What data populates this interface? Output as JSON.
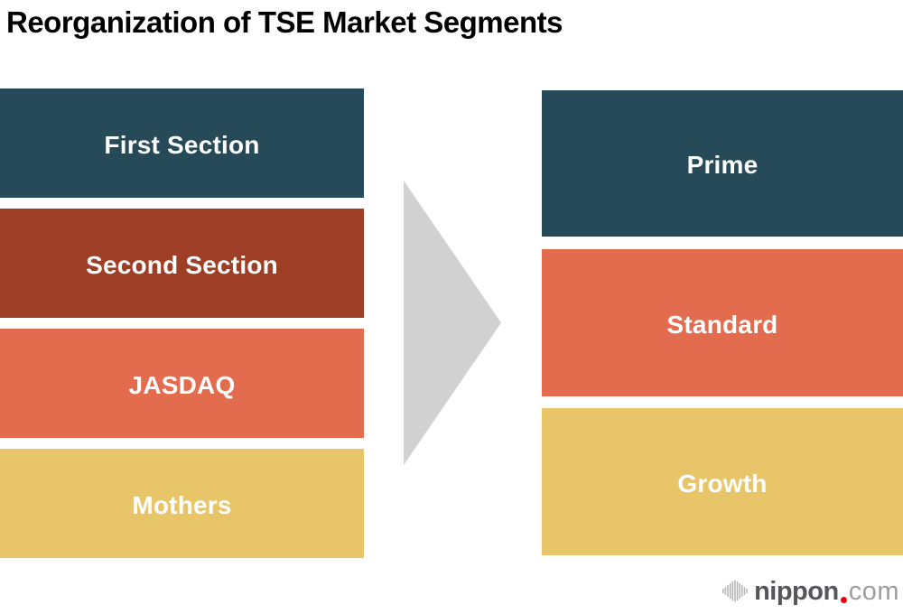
{
  "title": "Reorganization of TSE Market Segments",
  "diagram": {
    "before": [
      {
        "label": "First Section",
        "color": "#264a57"
      },
      {
        "label": "Second Section",
        "color": "#9e3e26"
      },
      {
        "label": "JASDAQ",
        "color": "#e46c4e"
      },
      {
        "label": "Mothers",
        "color": "#e8c568"
      }
    ],
    "after": [
      {
        "label": "Prime",
        "color": "#264a57"
      },
      {
        "label": "Standard",
        "color": "#e46c4e"
      },
      {
        "label": "Growth",
        "color": "#e8c568"
      }
    ],
    "arrow_icon": "right-triangle-arrow",
    "arrow_color": "#d1d1d1"
  },
  "logo": {
    "icon": "waveform-icon",
    "name": "nippon",
    "dot": ".",
    "tld": "com",
    "colors": {
      "name": "#54565a",
      "dot": "#e60012",
      "tld": "#9d9ea1",
      "icon": "#b5b5b5"
    }
  }
}
